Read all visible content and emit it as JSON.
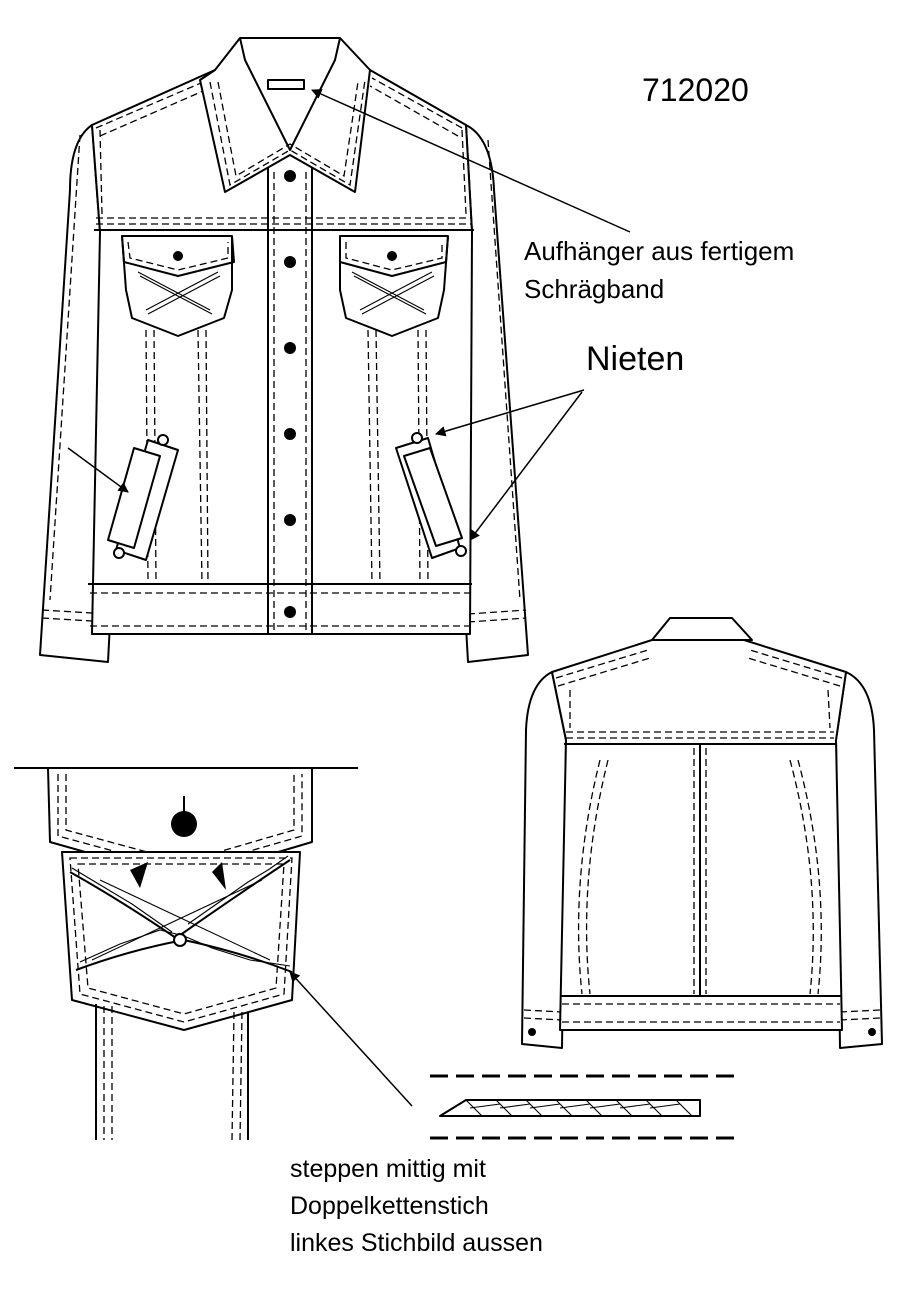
{
  "style_number": "712020",
  "callouts": {
    "hanger_line1": "Aufhänger aus fertigem",
    "hanger_line2": "Schrägband",
    "rivets": "Nieten"
  },
  "stitch_note": {
    "line1": "steppen mittig mit",
    "line2": "Doppelkettenstich",
    "line3": "linkes Stichbild aussen"
  }
}
